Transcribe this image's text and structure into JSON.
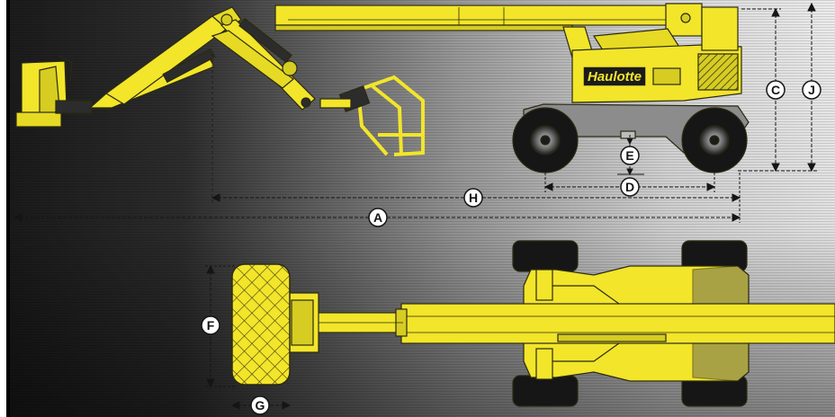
{
  "brand": {
    "name": "Haulotte"
  },
  "dimension_labels": {
    "a": "A",
    "c": "C",
    "d": "D",
    "e": "E",
    "f": "F",
    "g": "G",
    "h": "H",
    "j": "J"
  },
  "colors": {
    "machine_yellow": "#f2e52a",
    "machine_outline": "#2b2a12",
    "tire": "#161616",
    "bg_light": "#e7e7e7",
    "bg_dark": "#141414",
    "label_circle": "#ffffff"
  }
}
